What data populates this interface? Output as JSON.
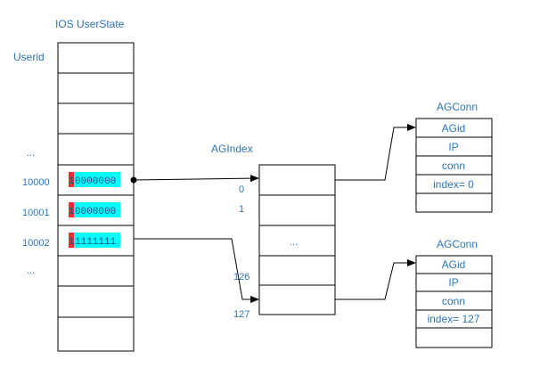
{
  "userstate": {
    "title": "IOS UserState",
    "userid_label": "Userid",
    "row_labels": [
      "...",
      "10000",
      "10001",
      "10002",
      "..."
    ],
    "bits": [
      {
        "first": "1",
        "rest": "0000000"
      },
      {
        "first": "1",
        "rest": "0000000"
      },
      {
        "first": "1",
        "rest": "1111111"
      }
    ]
  },
  "agindex": {
    "title": "AGIndex",
    "index_labels": [
      "0",
      "1",
      "126",
      "127"
    ],
    "ellipsis": "..."
  },
  "agconn_top": {
    "title": "AGConn",
    "fields": [
      "AGid",
      "IP",
      "conn",
      "index= 0"
    ]
  },
  "agconn_bottom": {
    "title": "AGConn",
    "fields": [
      "AGid",
      "IP",
      "conn",
      "index= 127"
    ]
  },
  "colors": {
    "label_blue": "#2e75b6",
    "highlight_cyan": "#00ffff",
    "highlight_red": "#e8312f"
  }
}
